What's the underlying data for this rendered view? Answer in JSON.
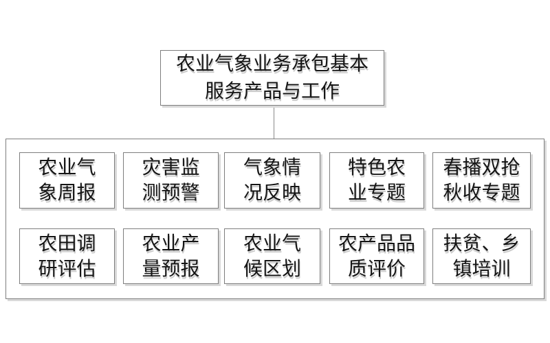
{
  "diagram": {
    "root": {
      "label": "农业气象业务承包基本\n服务产品与工作"
    },
    "items": [
      {
        "label": "农业气\n象周报"
      },
      {
        "label": "灾害监\n测预警"
      },
      {
        "label": "气象情\n况反映"
      },
      {
        "label": "特色农\n业专题"
      },
      {
        "label": "春播双抢\n秋收专题"
      },
      {
        "label": "农田调\n研评估"
      },
      {
        "label": "农业产\n量预报"
      },
      {
        "label": "农业气\n候区划"
      },
      {
        "label": "农产品品\n质评价"
      },
      {
        "label": "扶贫、乡\n镇培训"
      }
    ],
    "colors": {
      "border": "#7d7d7d",
      "text": "#151515",
      "background": "#ffffff",
      "shadow": "#d9d9d9",
      "connector": "#8a8a8a"
    }
  }
}
